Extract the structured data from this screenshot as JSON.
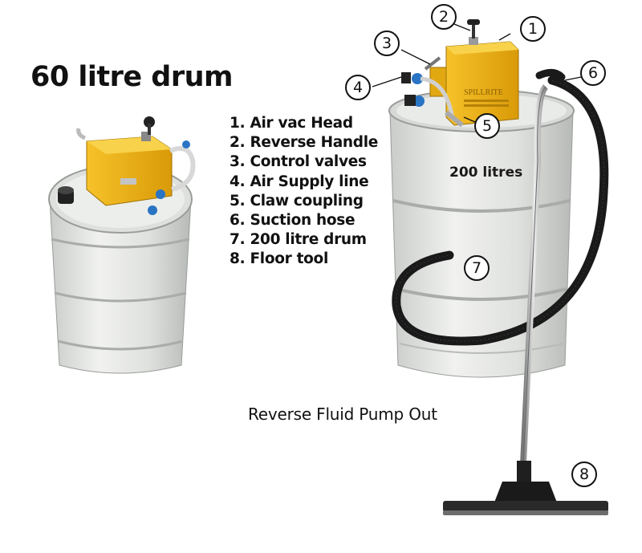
{
  "heading": "60 litre drum",
  "parts": [
    "1. Air vac Head",
    "2. Reverse Handle",
    "3. Control valves",
    "4. Air Supply line",
    "5. Claw coupling",
    "6. Suction hose",
    "7. 200 litre drum",
    "8. Floor tool"
  ],
  "drum_label": "200 litres",
  "brand": "SPILLRITE",
  "caption": "Reverse Fluid Pump Out",
  "callouts": [
    "1",
    "2",
    "3",
    "4",
    "5",
    "6",
    "7",
    "8"
  ],
  "colors": {
    "drum": "#e4e6e3",
    "head": "#f0b416",
    "hose": "#1a1a1a",
    "valve_blue": "#2a74c4"
  }
}
